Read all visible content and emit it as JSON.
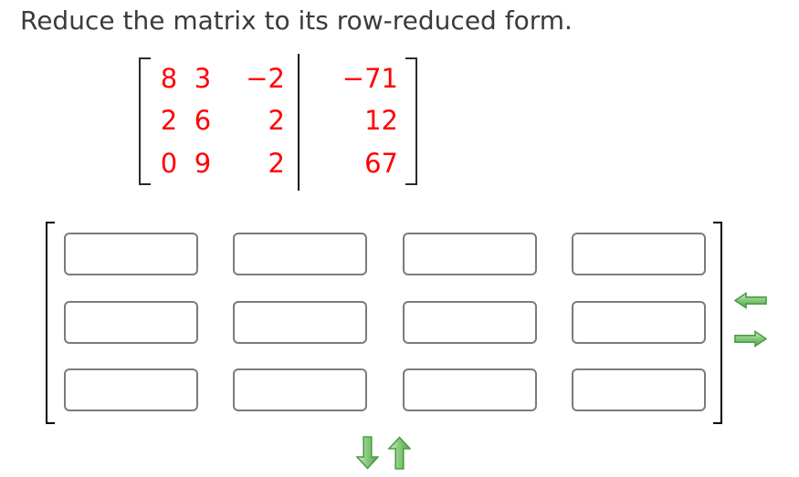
{
  "title": "Reduce the matrix to its row-reduced form.",
  "given_matrix": {
    "divider_after_column": 3,
    "number_color": "#ff0000",
    "rows": [
      [
        "8",
        "3",
        "−2",
        "−71"
      ],
      [
        "2",
        "6",
        "2",
        "12"
      ],
      [
        "0",
        "9",
        "2",
        "67"
      ]
    ]
  },
  "answer_matrix": {
    "rows": 3,
    "cols": 4,
    "entries": [
      [
        "",
        "",
        "",
        ""
      ],
      [
        "",
        "",
        "",
        ""
      ],
      [
        "",
        "",
        "",
        ""
      ]
    ]
  },
  "controls": {
    "left_arrow_icon": "left-arrow-icon",
    "right_arrow_icon": "right-arrow-icon",
    "down_arrow_icon": "down-arrow-icon",
    "up_arrow_icon": "up-arrow-icon"
  },
  "colors": {
    "arrow_fill_light": "#d9efd1",
    "arrow_fill_mid": "#8ccb80",
    "arrow_fill_dark": "#4ea746",
    "arrow_outline": "#4c9b47",
    "box_border": "#7b7b7b",
    "bracket": "#000000",
    "title_text": "#3b3b3b"
  }
}
